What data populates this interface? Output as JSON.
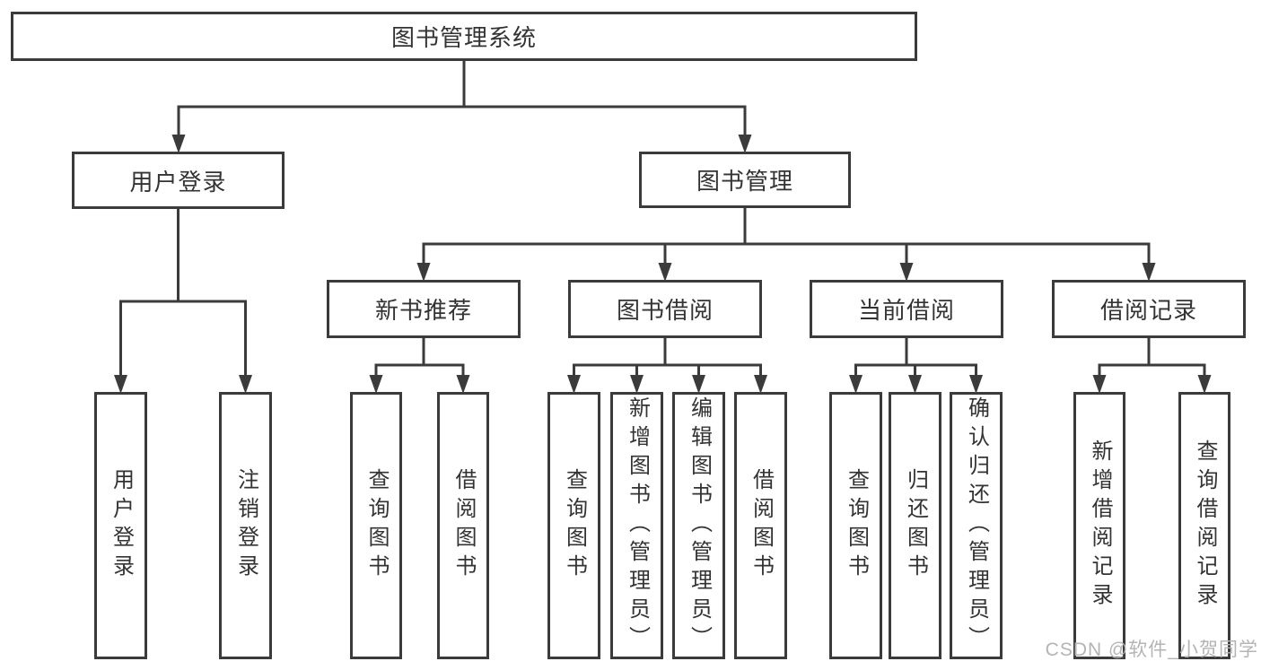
{
  "tree": {
    "root": {
      "label": "图书管理系统"
    },
    "children": [
      {
        "label": "用户登录",
        "children": [
          {
            "label": "用户登录"
          },
          {
            "label": "注销登录"
          }
        ]
      },
      {
        "label": "图书管理",
        "children": [
          {
            "label": "新书推荐",
            "children": [
              {
                "label": "查询图书"
              },
              {
                "label": "借阅图书"
              }
            ]
          },
          {
            "label": "图书借阅",
            "children": [
              {
                "label": "查询图书"
              },
              {
                "label": "新增图书（管理员）"
              },
              {
                "label": "编辑图书（管理员）"
              },
              {
                "label": "借阅图书"
              }
            ]
          },
          {
            "label": "当前借阅",
            "children": [
              {
                "label": "查询图书"
              },
              {
                "label": "归还图书"
              },
              {
                "label": "确认归还（管理员）"
              }
            ]
          },
          {
            "label": "借阅记录",
            "children": [
              {
                "label": "新增借阅记录"
              },
              {
                "label": "查询借阅记录"
              }
            ]
          }
        ]
      }
    ]
  },
  "watermark": {
    "text": "CSDN @软件_小贺同学"
  },
  "colors": {
    "line": "#3b3b3b",
    "text": "#333333",
    "watermark": "#b4b4b4",
    "background": "#ffffff"
  }
}
